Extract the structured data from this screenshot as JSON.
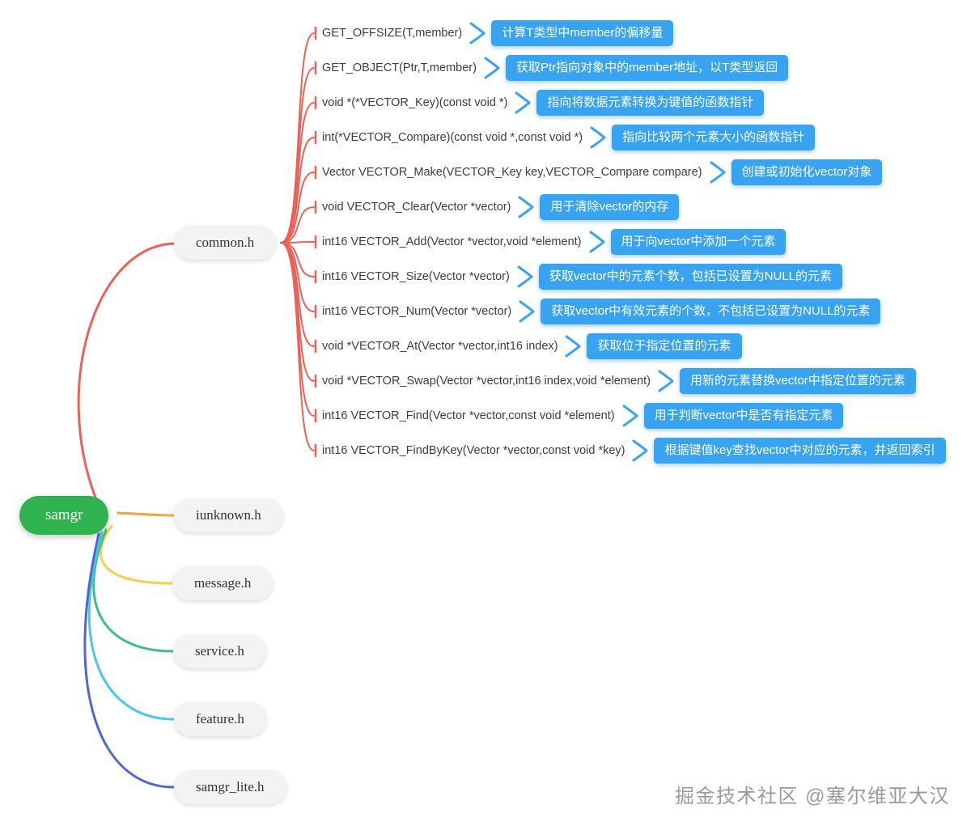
{
  "root": {
    "label": "samgr"
  },
  "children": [
    {
      "id": "common-h",
      "label": "common.h"
    },
    {
      "id": "iunknown-h",
      "label": "iunknown.h"
    },
    {
      "id": "message-h",
      "label": "message.h"
    },
    {
      "id": "service-h",
      "label": "service.h"
    },
    {
      "id": "feature-h",
      "label": "feature.h"
    },
    {
      "id": "samgr-lite-h",
      "label": "samgr_lite.h"
    }
  ],
  "functions": [
    {
      "signature": "GET_OFFSIZE(T,member)",
      "description": "计算T类型中member的偏移量"
    },
    {
      "signature": "GET_OBJECT(Ptr,T,member)",
      "description": "获取Ptr指向对象中的member地址，以T类型返回"
    },
    {
      "signature": "void *(*VECTOR_Key)(const void *)",
      "description": "指向将数据元素转换为键值的函数指针"
    },
    {
      "signature": "int(*VECTOR_Compare)(const void *,const void *)",
      "description": "指向比较两个元素大小的函数指针"
    },
    {
      "signature": "Vector VECTOR_Make(VECTOR_Key key,VECTOR_Compare compare)",
      "description": "创建或初始化vector对象"
    },
    {
      "signature": "void VECTOR_Clear(Vector *vector)",
      "description": "用于清除vector的内存"
    },
    {
      "signature": "int16 VECTOR_Add(Vector *vector,void *element)",
      "description": "用于向vector中添加一个元素"
    },
    {
      "signature": "int16 VECTOR_Size(Vector *vector)",
      "description": "获取vector中的元素个数，包括已设置为NULL的元素"
    },
    {
      "signature": "int16 VECTOR_Num(Vector *vector)",
      "description": "获取vector中有效元素的个数，不包括已设置为NULL的元素"
    },
    {
      "signature": "void *VECTOR_At(Vector *vector,int16 index)",
      "description": "获取位于指定位置的元素"
    },
    {
      "signature": "void *VECTOR_Swap(Vector *vector,int16 index,void *element)",
      "description": "用新的元素替换vector中指定位置的元素"
    },
    {
      "signature": "int16 VECTOR_Find(Vector *vector,const void *element)",
      "description": "用于判断vector中是否有指定元素"
    },
    {
      "signature": "int16 VECTOR_FindByKey(Vector *vector,const void *key)",
      "description": "根据键值key查找vector中对应的元素，并返回索引"
    }
  ],
  "colors": {
    "root_node": "#2eb34e",
    "branch_common": "#ec6157",
    "branch_iunknown": "#f5a13d",
    "branch_message": "#f6cf4a",
    "branch_service": "#3cc17e",
    "branch_feature": "#4ac6ef",
    "branch_samgr_lite": "#5166d6",
    "description_box": "#37a3f1",
    "node_background": "#f3f3f3"
  },
  "watermark": "掘金技术社区 @塞尔维亚大汉"
}
